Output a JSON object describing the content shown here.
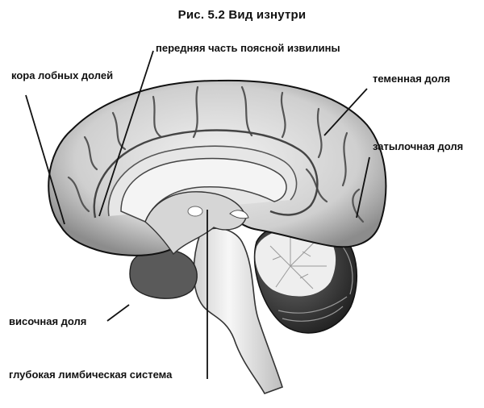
{
  "figure": {
    "title": "Рис. 5.2 Вид изнутри",
    "subject": "medial view of the brain",
    "labels": {
      "frontal_cortex": "кора лобных долей",
      "anterior_cingulate": "передняя часть поясной извилины",
      "parietal_lobe": "теменная доля",
      "occipital_lobe": "затылочная доля",
      "temporal_lobe": "височная доля",
      "deep_limbic_system": "глубокая лимбическая система"
    }
  },
  "colors": {
    "ink": "#111111",
    "cortex_fill": "#d9d9d9",
    "cortex_shade": "#8a8a8a",
    "cerebellum_dark": "#3a3a3a",
    "brainstem_fill": "#efefef",
    "background": "#ffffff"
  }
}
